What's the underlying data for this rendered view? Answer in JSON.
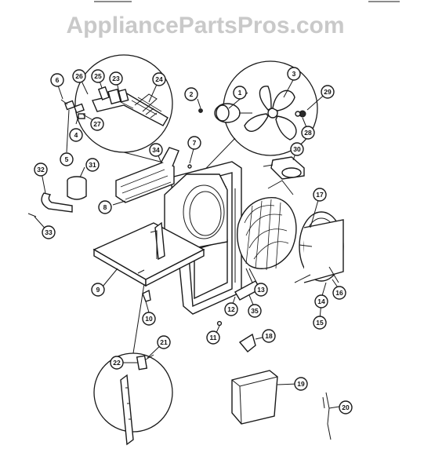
{
  "watermark": "AppliancePartsPros.com",
  "callouts": [
    {
      "id": "1",
      "label": "1"
    },
    {
      "id": "2",
      "label": "2"
    },
    {
      "id": "3",
      "label": "3"
    },
    {
      "id": "4",
      "label": "4"
    },
    {
      "id": "5",
      "label": "5"
    },
    {
      "id": "6",
      "label": "6"
    },
    {
      "id": "7",
      "label": "7"
    },
    {
      "id": "8",
      "label": "8"
    },
    {
      "id": "9",
      "label": "9"
    },
    {
      "id": "10",
      "label": "10"
    },
    {
      "id": "11",
      "label": "11"
    },
    {
      "id": "12",
      "label": "12"
    },
    {
      "id": "13",
      "label": "13"
    },
    {
      "id": "14",
      "label": "14"
    },
    {
      "id": "15",
      "label": "15"
    },
    {
      "id": "16",
      "label": "16"
    },
    {
      "id": "17",
      "label": "17"
    },
    {
      "id": "18",
      "label": "18"
    },
    {
      "id": "19",
      "label": "19"
    },
    {
      "id": "20",
      "label": "20"
    },
    {
      "id": "21",
      "label": "21"
    },
    {
      "id": "22",
      "label": "22"
    },
    {
      "id": "23",
      "label": "23"
    },
    {
      "id": "24",
      "label": "24"
    },
    {
      "id": "25",
      "label": "25"
    },
    {
      "id": "26",
      "label": "26"
    },
    {
      "id": "27",
      "label": "27"
    },
    {
      "id": "28",
      "label": "28"
    },
    {
      "id": "29",
      "label": "29"
    },
    {
      "id": "30",
      "label": "30"
    },
    {
      "id": "31",
      "label": "31"
    },
    {
      "id": "32",
      "label": "32"
    },
    {
      "id": "33",
      "label": "33"
    },
    {
      "id": "34",
      "label": "34"
    },
    {
      "id": "35",
      "label": "35"
    }
  ]
}
